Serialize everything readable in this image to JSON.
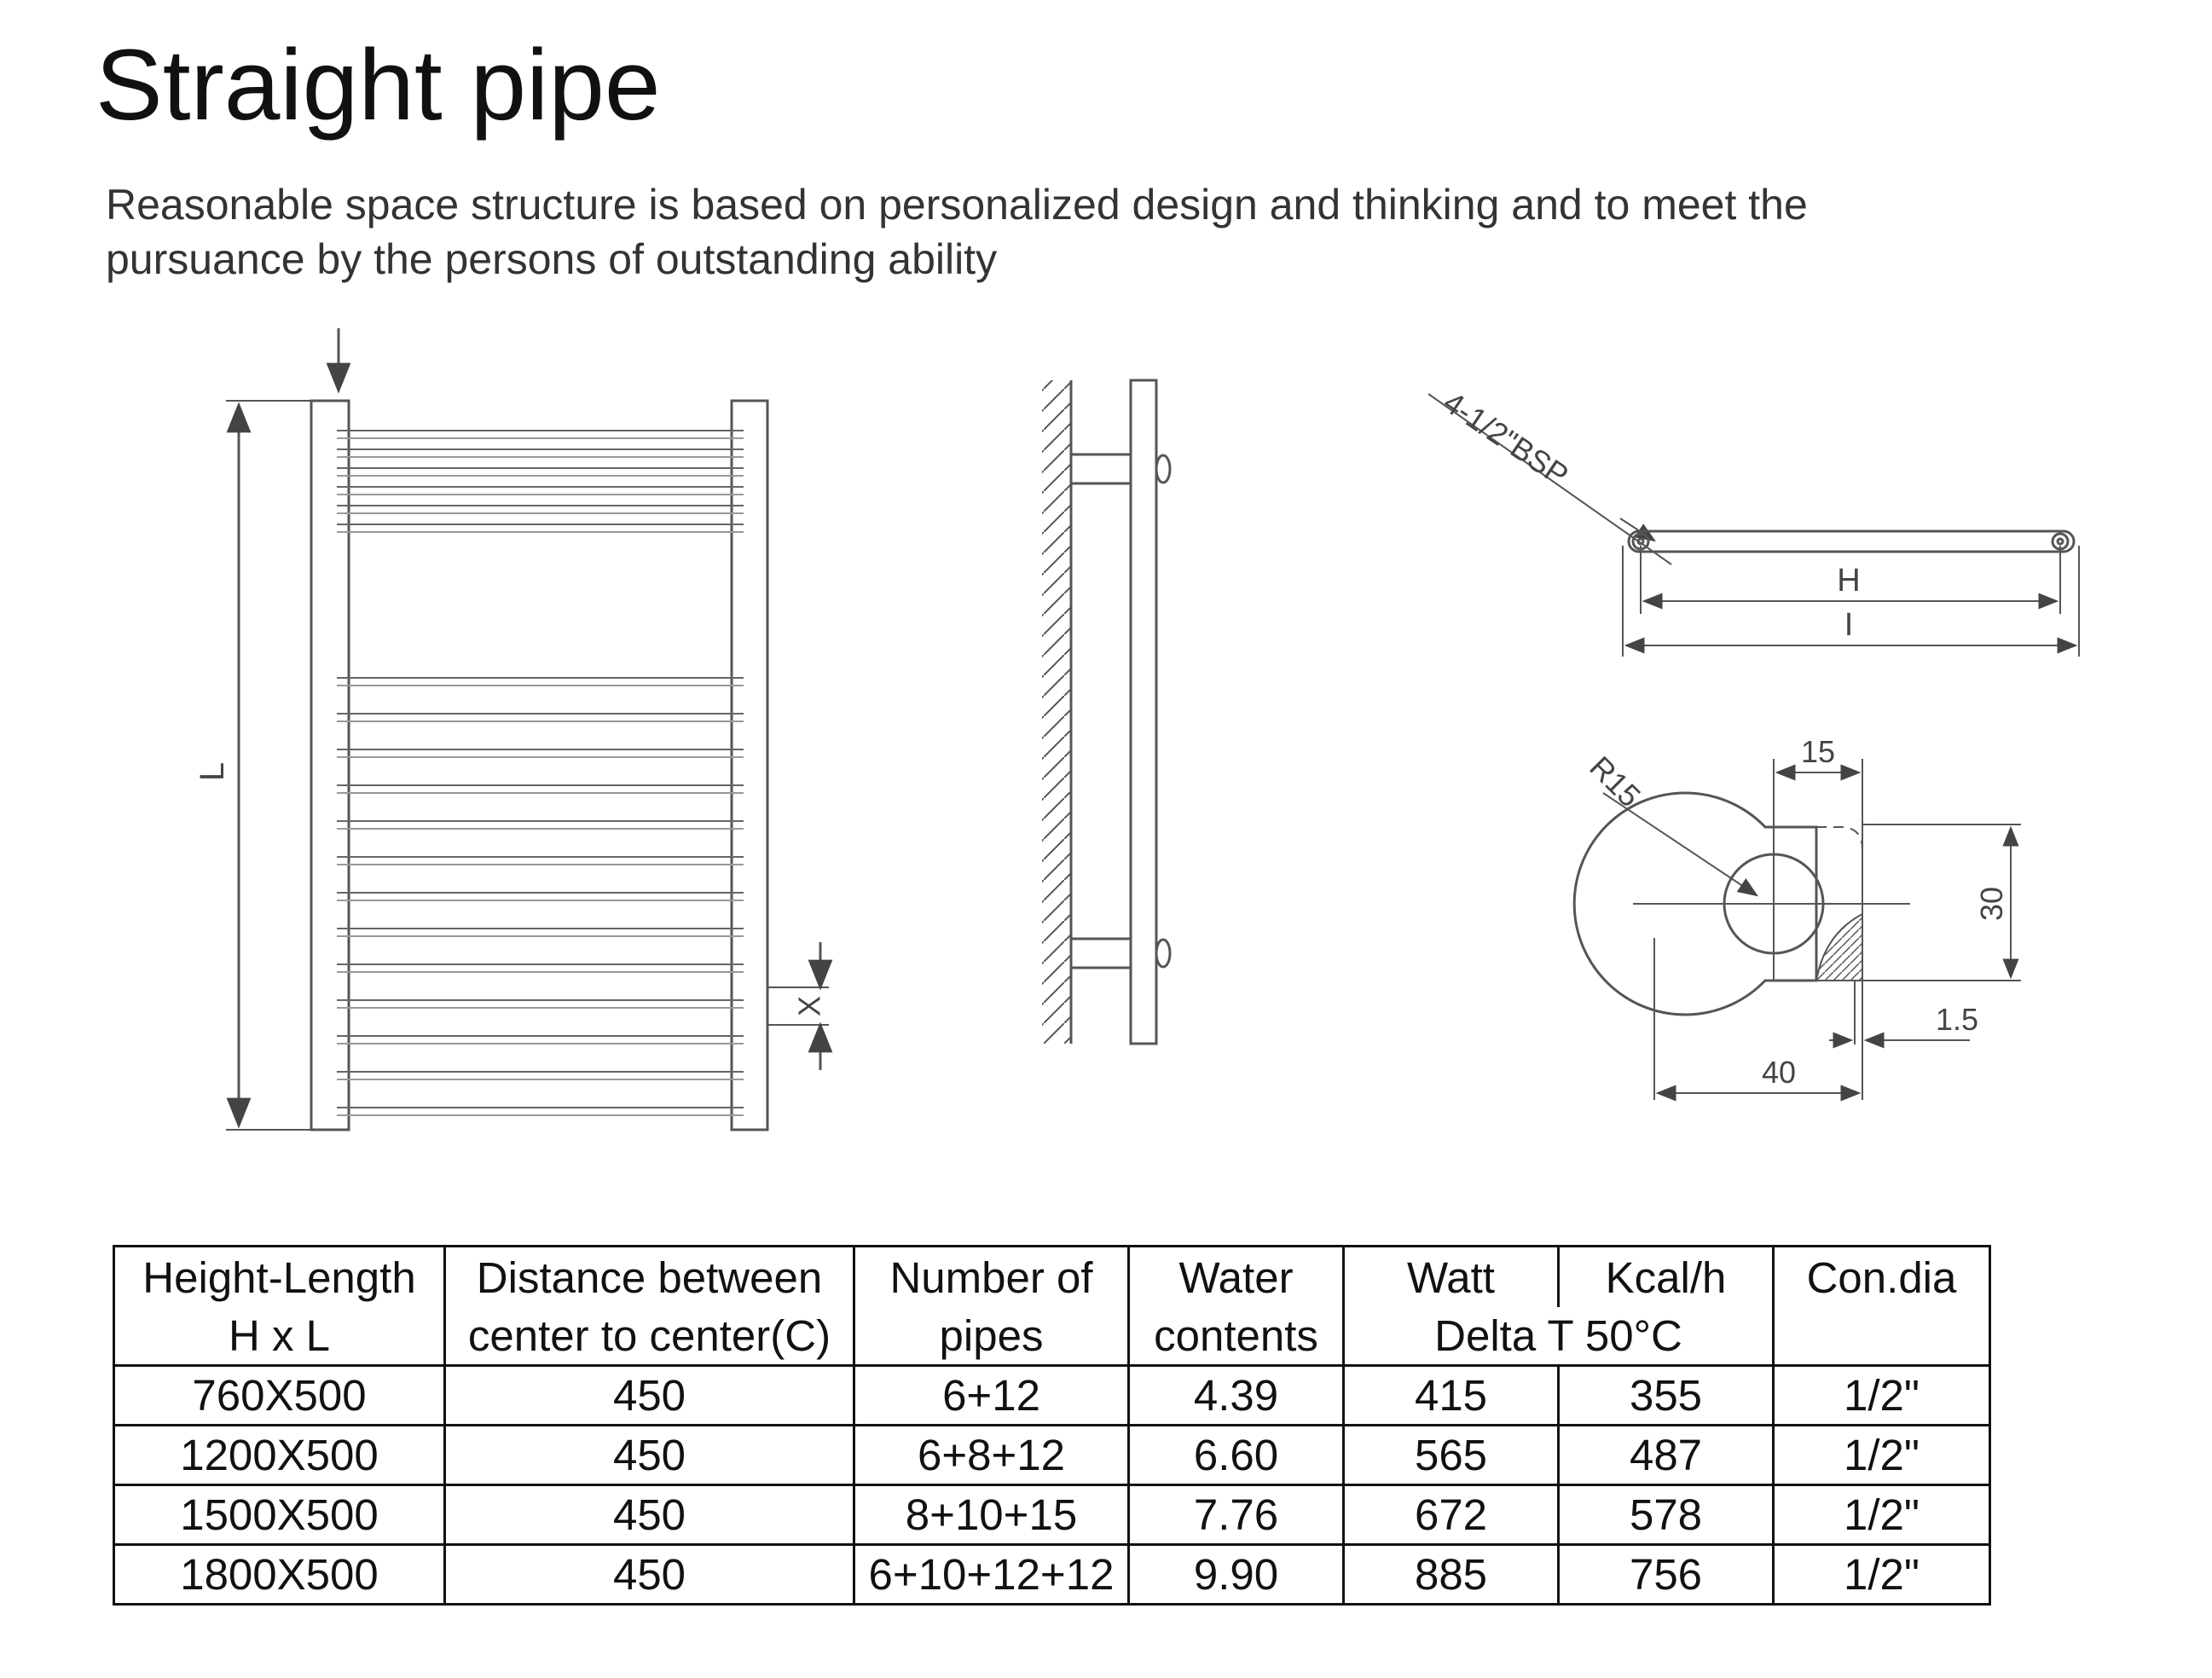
{
  "title": "Straight pipe",
  "subtitle": "Reasonable space structure is based on personalized design and thinking and to meet the pursuance by the persons of outstanding ability",
  "drawing_labels": {
    "front_l": "L",
    "front_x": "X",
    "top_bsp": "4-1/2\"BSP",
    "top_h": "H",
    "top_i": "I",
    "detail_r15": "R15",
    "detail_15": "15",
    "detail_30": "30",
    "detail_1_5": "1.5",
    "detail_40": "40"
  },
  "table": {
    "headers_row1": [
      "Height-Length",
      "Distance between",
      "Number of",
      "Water",
      "Watt",
      "Kcal/h",
      "Con.dia"
    ],
    "headers_row2": [
      "H x L",
      "center to center(C)",
      "pipes",
      "contents",
      "Delta T 50°C",
      ""
    ],
    "rows": [
      [
        "760X500",
        "450",
        "6+12",
        "4.39",
        "415",
        "355",
        "1/2\""
      ],
      [
        "1200X500",
        "450",
        "6+8+12",
        "6.60",
        "565",
        "487",
        "1/2\""
      ],
      [
        "1500X500",
        "450",
        "8+10+15",
        "7.76",
        "672",
        "578",
        "1/2\""
      ],
      [
        "1800X500",
        "450",
        "6+10+12+12",
        "9.90",
        "885",
        "756",
        "1/2\""
      ]
    ]
  }
}
